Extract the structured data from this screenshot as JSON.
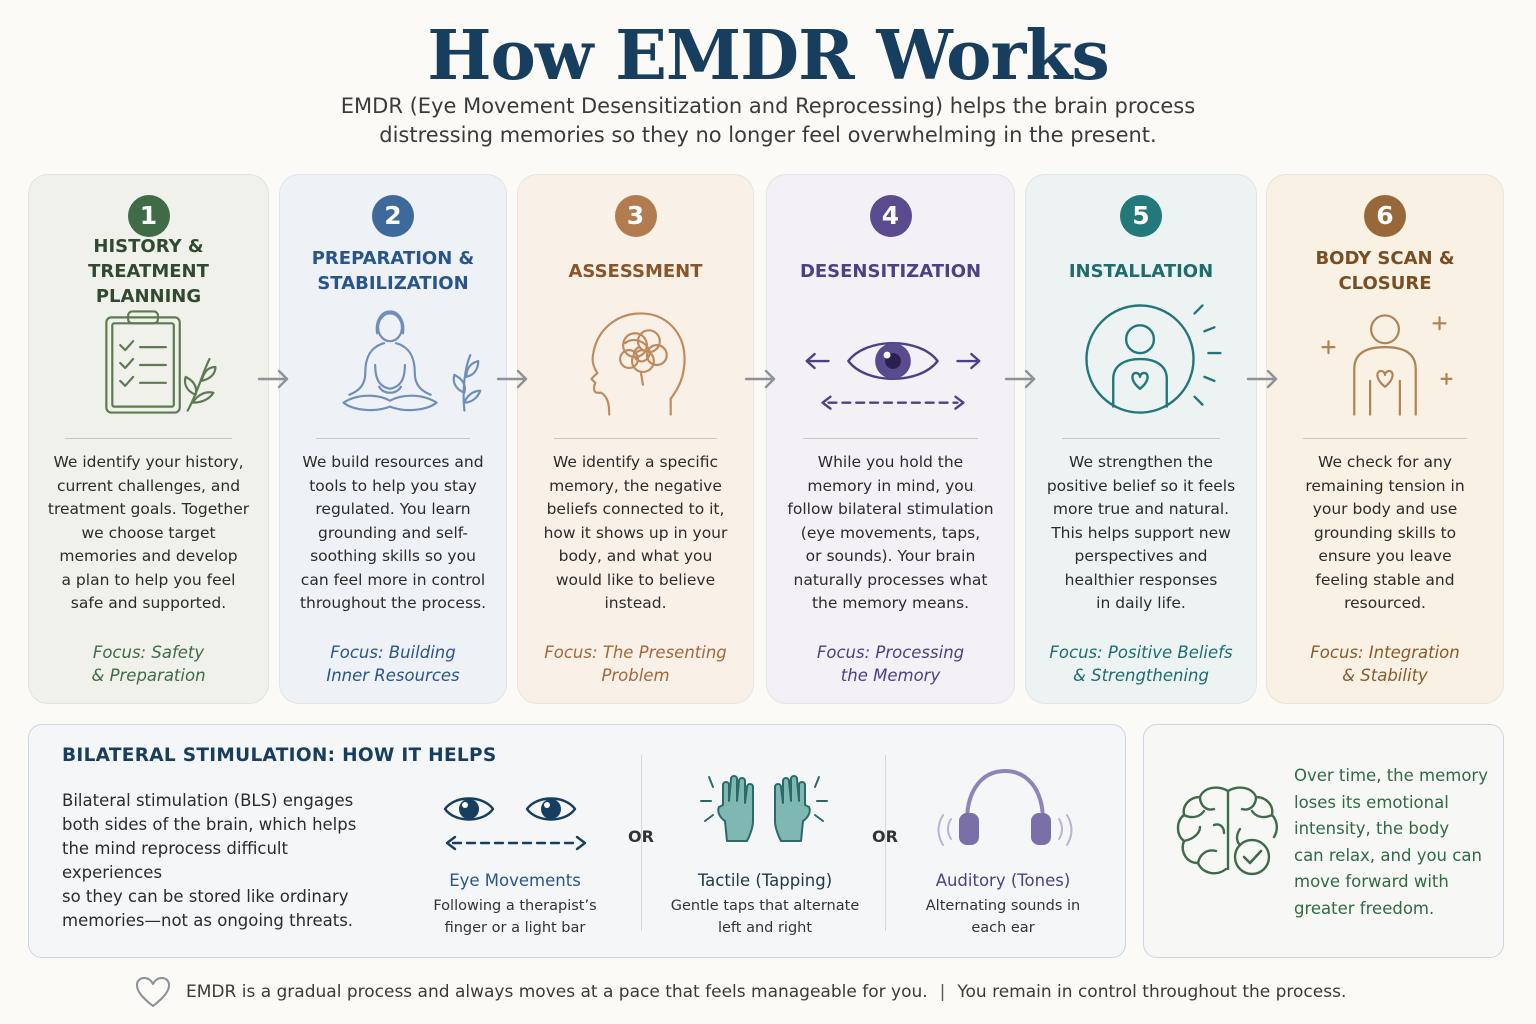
{
  "header": {
    "title": "How EMDR Works",
    "subtitle_line1": "EMDR (Eye Movement Desensitization and Reprocessing) helps the brain process",
    "subtitle_line2": "distressing memories so they no longer feel overwhelming in the present."
  },
  "steps": [
    {
      "number": "1",
      "title_line1": "HISTORY &",
      "title_line2": "TREATMENT PLANNING",
      "icon": "clipboard-checklist-icon",
      "desc": [
        "We identify your history,",
        "current challenges, and",
        "treatment goals. Together",
        "we choose target",
        "memories and develop",
        "a plan to help you feel",
        "safe and supported."
      ],
      "focus_line1": "Focus: Safety",
      "focus_line2": "& Preparation",
      "accent": "#3f6b47",
      "bg": "#f0f1ea"
    },
    {
      "number": "2",
      "title_line1": "PREPARATION &",
      "title_line2": "STABILIZATION",
      "icon": "meditation-figure-icon",
      "desc": [
        "We build resources and",
        "tools to help you stay",
        "regulated. You learn",
        "grounding and self-",
        "soothing skills so you",
        "can feel more in control",
        "throughout the process."
      ],
      "focus_line1": "Focus: Building",
      "focus_line2": "Inner Resources",
      "accent": "#28568a",
      "bg": "#eef1f5"
    },
    {
      "number": "3",
      "title_line1": "ASSESSMENT",
      "title_line2": "",
      "icon": "head-tangle-icon",
      "desc": [
        "We identify a specific",
        "memory, the negative",
        "beliefs connected to it,",
        "how it shows up in your",
        "body, and what you",
        "would like to believe",
        "instead."
      ],
      "focus_line1": "Focus: The Presenting",
      "focus_line2": "Problem",
      "accent": "#a3683a",
      "bg": "#f9f1e8"
    },
    {
      "number": "4",
      "title_line1": "DESENSITIZATION",
      "title_line2": "",
      "icon": "eye-arrows-icon",
      "desc": [
        "While you hold the",
        "memory in mind, you",
        "follow bilateral stimulation",
        "(eye movements, taps,",
        "or sounds). Your brain",
        "naturally processes what",
        "the memory means."
      ],
      "focus_line1": "Focus: Processing",
      "focus_line2": "the Memory",
      "accent": "#4e3f86",
      "bg": "#f3f1f6"
    },
    {
      "number": "5",
      "title_line1": "INSTALLATION",
      "title_line2": "",
      "icon": "person-heart-icon",
      "desc": [
        "We strengthen the",
        "positive belief so it feels",
        "more true and natural.",
        "This helps support new",
        "perspectives and",
        "healthier responses",
        "in daily life."
      ],
      "focus_line1": "Focus: Positive Beliefs",
      "focus_line2": "& Strengthening",
      "accent": "#1f6b6e",
      "bg": "#edf3f3"
    },
    {
      "number": "6",
      "title_line1": "BODY SCAN &",
      "title_line2": "CLOSURE",
      "icon": "body-scan-icon",
      "desc": [
        "We check for any",
        "remaining tension in",
        "your body and use",
        "grounding skills to",
        "ensure you leave",
        "feeling stable and",
        "resourced."
      ],
      "focus_line1": "Focus: Integration",
      "focus_line2": "& Stability",
      "accent": "#8a5a2a",
      "bg": "#f8f1e4"
    }
  ],
  "bls": {
    "title": "BILATERAL STIMULATION: HOW IT HELPS",
    "desc": [
      "Bilateral stimulation (BLS) engages",
      "both sides of the brain, which helps",
      "the mind reprocess difficult experiences",
      "so they can be stored like ordinary",
      "memories—not as ongoing threats."
    ],
    "or_label": "OR",
    "options": [
      {
        "name": "Eye Movements",
        "desc_line1": "Following a therapist’s",
        "desc_line2": "finger or a light bar",
        "color": "#28568a"
      },
      {
        "name": "Tactile (Tapping)",
        "desc_line1": "Gentle taps that alternate",
        "desc_line2": "left and right",
        "color": "#1f4f5a"
      },
      {
        "name": "Auditory (Tones)",
        "desc_line1": "Alternating sounds in",
        "desc_line2": "each ear",
        "color": "#4e3f86"
      }
    ]
  },
  "outcome": {
    "lines": [
      "Over time, the memory",
      "loses its emotional",
      "intensity, the body",
      "can relax, and you can",
      "move forward with",
      "greater freedom."
    ],
    "icon": "brain-check-icon"
  },
  "footer": {
    "text_left": "EMDR is a gradual process and always moves at a pace that feels manageable for you.",
    "separator": "|",
    "text_right": "You remain in control throughout the process.",
    "icon": "heart-outline-icon"
  }
}
